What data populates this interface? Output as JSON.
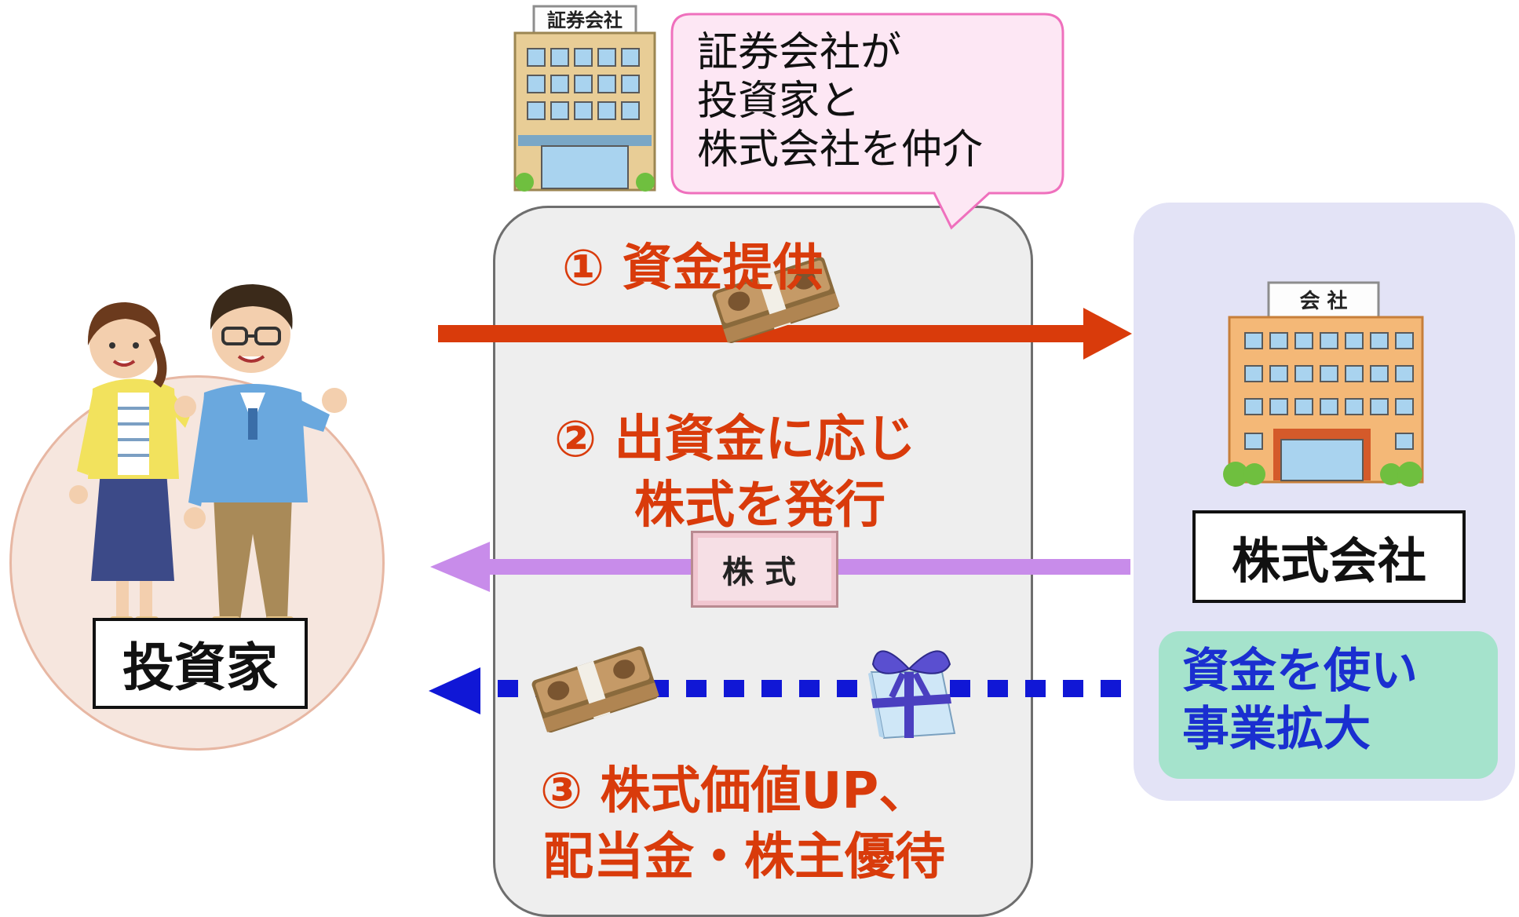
{
  "broker": {
    "sign": "証券会社",
    "bubble_lines": [
      "証券会社が",
      "投資家と",
      "株式会社を仲介"
    ]
  },
  "steps": {
    "step1": "① 資金提供",
    "step2_line1": "② 出資金に応じ",
    "step2_line2": "株式を発行",
    "step3_line1": "③ 株式価値UP、",
    "step3_line2": "配当金・株主優待"
  },
  "investor": {
    "label": "投資家"
  },
  "company": {
    "sign": "会 社",
    "label": "株式会社",
    "expand_line1": "資金を使い",
    "expand_line2": "事業拡大"
  },
  "stock_certificate": {
    "label": "株式"
  },
  "colors": {
    "capital_arrow": "#d93b0b",
    "stock_arrow": "#c88cea",
    "return_arrow": "#1017d6",
    "step_text": "#d93b0b",
    "expand_text": "#1a2fd0"
  },
  "icons": [
    "building-icon",
    "money-bundle-icon",
    "gift-box-icon",
    "couple-illustration"
  ]
}
